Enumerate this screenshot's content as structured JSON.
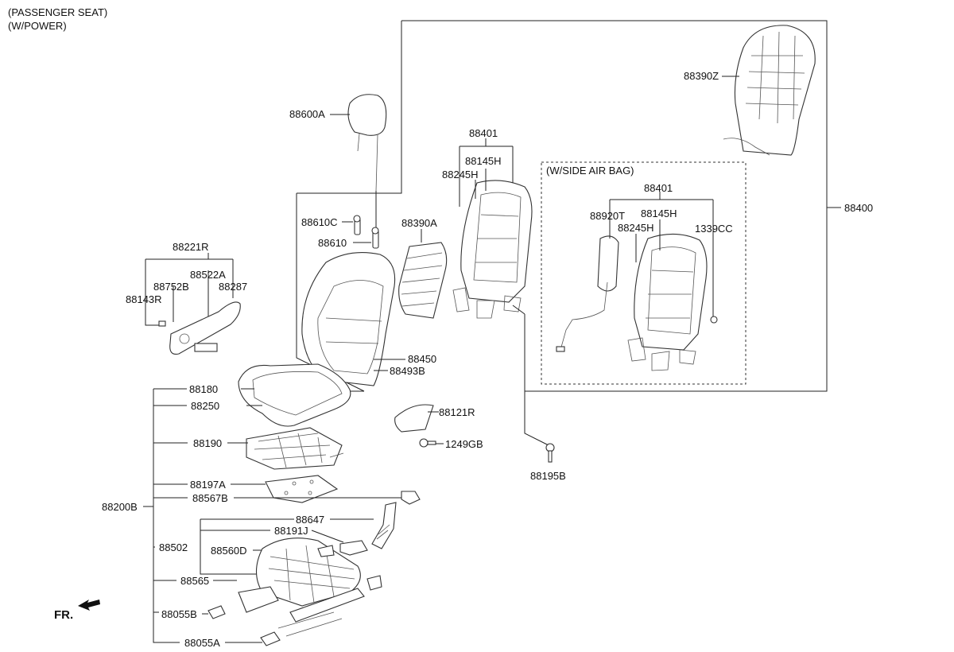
{
  "header": {
    "line1": "(PASSENGER SEAT)",
    "line2": "(W/POWER)"
  },
  "side_airbag_box_label": "(W/SIDE AIR BAG)",
  "direction_label": "FR.",
  "parts": {
    "p88390Z": "88390Z",
    "p88600A": "88600A",
    "p88401": "88401",
    "p88145H": "88145H",
    "p88245H": "88245H",
    "p88390A": "88390A",
    "p88610C": "88610C",
    "p88610": "88610",
    "p88401b": "88401",
    "p88920T": "88920T",
    "p88145Hb": "88145H",
    "p88245Hb": "88245H",
    "p1339CC": "1339CC",
    "p88400": "88400",
    "p88221R": "88221R",
    "p88522A": "88522A",
    "p88752B": "88752B",
    "p88287": "88287",
    "p88143R": "88143R",
    "p88450": "88450",
    "p88493B": "88493B",
    "p88180": "88180",
    "p88250": "88250",
    "p88121R": "88121R",
    "p1249GB": "1249GB",
    "p88190": "88190",
    "p88195B": "88195B",
    "p88197A": "88197A",
    "p88567B": "88567B",
    "p88200B": "88200B",
    "p88647": "88647",
    "p88191J": "88191J",
    "p88502": "88502",
    "p88560D": "88560D",
    "p88565": "88565",
    "p88055B": "88055B",
    "p88055A": "88055A"
  }
}
